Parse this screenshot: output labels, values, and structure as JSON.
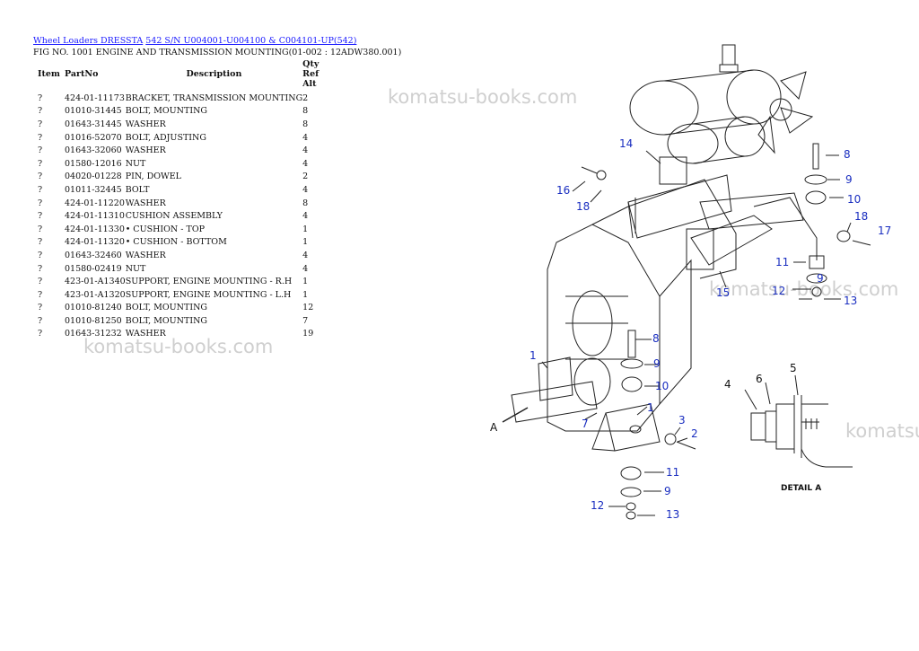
{
  "breadcrumb": {
    "model": "Wheel Loaders DRESSTA",
    "serial": "542 S/N U004001-U004100 & C004101-UP(542)"
  },
  "figure_title": "FIG NO. 1001 ENGINE AND TRANSMISSION MOUNTING(01-002 : 12ADW380.001)",
  "table": {
    "headers": {
      "item": "Item",
      "partno": "PartNo",
      "description": "Description",
      "qty": "Qty Ref Alt"
    },
    "rows": [
      {
        "item": "?",
        "partno": "424-01-11173",
        "description": "BRACKET, TRANSMISSION MOUNTING",
        "qty": "2"
      },
      {
        "item": "?",
        "partno": "01010-31445",
        "description": "BOLT, MOUNTING",
        "qty": "8"
      },
      {
        "item": "?",
        "partno": "01643-31445",
        "description": "WASHER",
        "qty": "8"
      },
      {
        "item": "?",
        "partno": "01016-52070",
        "description": "BOLT, ADJUSTING",
        "qty": "4"
      },
      {
        "item": "?",
        "partno": "01643-32060",
        "description": "WASHER",
        "qty": "4"
      },
      {
        "item": "?",
        "partno": "01580-12016",
        "description": "NUT",
        "qty": "4"
      },
      {
        "item": "?",
        "partno": "04020-01228",
        "description": "PIN, DOWEL",
        "qty": "2"
      },
      {
        "item": "?",
        "partno": "01011-32445",
        "description": "BOLT",
        "qty": "4"
      },
      {
        "item": "?",
        "partno": "424-01-11220",
        "description": "WASHER",
        "qty": "8"
      },
      {
        "item": "?",
        "partno": "424-01-11310",
        "description": "CUSHION ASSEMBLY",
        "qty": "4"
      },
      {
        "item": "?",
        "partno": "424-01-11330",
        "description": "• CUSHION - TOP",
        "qty": "1"
      },
      {
        "item": "?",
        "partno": "424-01-11320",
        "description": "• CUSHION - BOTTOM",
        "qty": "1"
      },
      {
        "item": "?",
        "partno": "01643-32460",
        "description": "WASHER",
        "qty": "4"
      },
      {
        "item": "?",
        "partno": "01580-02419",
        "description": "NUT",
        "qty": "4"
      },
      {
        "item": "?",
        "partno": "423-01-A1340",
        "description": "SUPPORT, ENGINE MOUNTING - R.H",
        "qty": "1"
      },
      {
        "item": "?",
        "partno": "423-01-A1320",
        "description": "SUPPORT, ENGINE MOUNTING - L.H",
        "qty": "1"
      },
      {
        "item": "?",
        "partno": "01010-81240",
        "description": "BOLT, MOUNTING",
        "qty": "12"
      },
      {
        "item": "?",
        "partno": "01010-81250",
        "description": "BOLT, MOUNTING",
        "qty": "7"
      },
      {
        "item": "?",
        "partno": "01643-31232",
        "description": "WASHER",
        "qty": "19"
      }
    ]
  },
  "watermark": "komatsu-books.com",
  "diagram": {
    "callouts": [
      "14",
      "16",
      "18",
      "8",
      "9",
      "10",
      "18",
      "17",
      "11",
      "12",
      "9",
      "13",
      "15",
      "8",
      "9",
      "10",
      "1",
      "1",
      "7",
      "3",
      "2",
      "11",
      "9",
      "12",
      "13",
      "4",
      "6",
      "5",
      "A"
    ],
    "detail_label": "DETAIL A"
  }
}
